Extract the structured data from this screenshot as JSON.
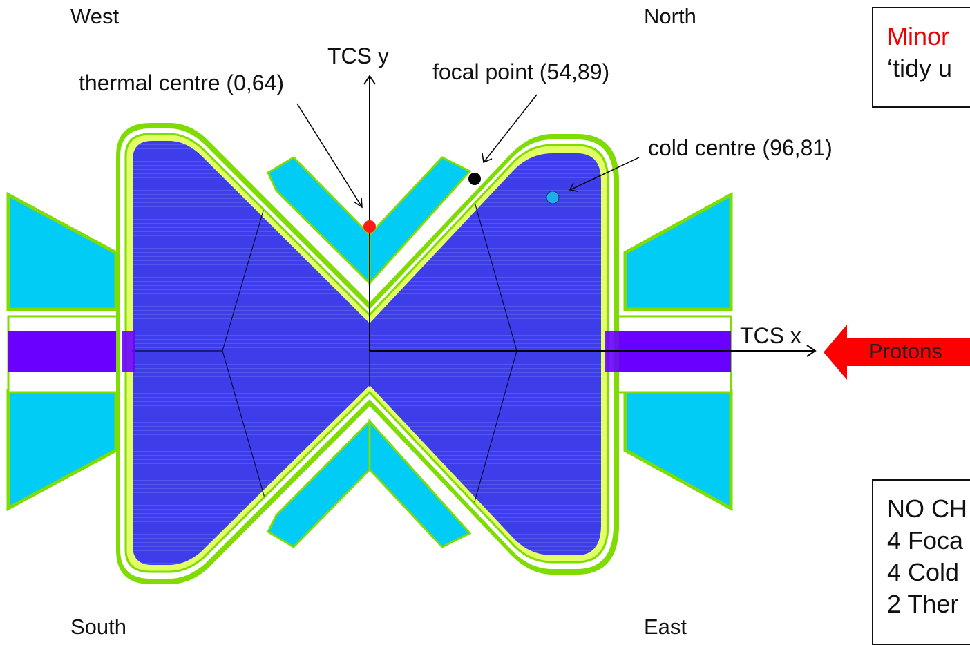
{
  "compass": {
    "west": "West",
    "north": "North",
    "south": "South",
    "east": "East"
  },
  "annotations": {
    "tcs_y": "TCS y",
    "tcs_x": "TCS x",
    "thermal_centre": "thermal centre (0,64)",
    "focal_point": "focal point (54,89)",
    "cold_centre": "cold centre (96,81)",
    "protons": "Protons"
  },
  "notes": {
    "top_box_line1": "Minor",
    "top_box_line2": "‘tidy u",
    "bottom_box_lines": [
      "NO CH",
      "4 Foca",
      "4 Cold",
      "2 Ther"
    ]
  },
  "colors": {
    "moderator_blue": "#3d3dea",
    "cyan": "#00ccf5",
    "green_layer": "#7fdc00",
    "yellow_layer": "#e4ff66",
    "beam_violet": "#6a00ff",
    "arrow_red": "#ff0000",
    "thermal_dot": "#ff1a1a",
    "focal_dot": "#000000",
    "cold_dot": "#22aaee"
  }
}
